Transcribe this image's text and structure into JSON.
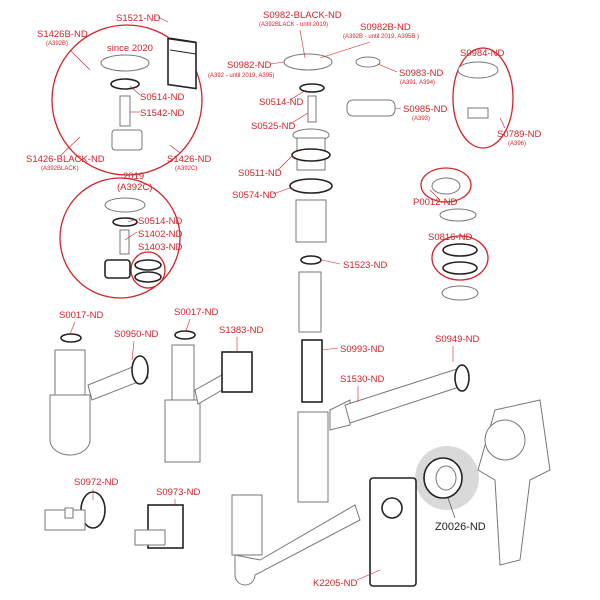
{
  "colors": {
    "label": "#d2232a",
    "outline": "#777777",
    "highlight": "#d9d9d9"
  },
  "labels": {
    "s1521": "S1521-ND",
    "s1426b": "S1426B-ND",
    "s1426b_sub": "(A392B)",
    "since2020": "since 2020",
    "s0514_a": "S0514-ND",
    "s1542": "S1542-ND",
    "s1426black": "S1426-BLACK-ND",
    "s1426black_sub": "(A392BLACK)",
    "s1426": "S1426-ND",
    "s1426_sub": "(A392C)",
    "y2019": "2019",
    "y2019_sub": "(A392C)",
    "s0514_b": "S0514-ND",
    "s1402": "S1402-ND",
    "s1403": "S1403-ND",
    "s0982black": "S0982-BLACK-ND",
    "s0982black_sub": "(A392BLACK - until 2019)",
    "s0982b": "S0982B-ND",
    "s0982b_sub": "(A392B - until 2019, A395B )",
    "s0982": "S0982-ND",
    "s0982_sub": "(A392 - until 2019, A395)",
    "s0983": "S0983-ND",
    "s0983_sub": "(A391, A394)",
    "s0514_c": "S0514-ND",
    "s0525": "S0525-ND",
    "s0985": "S0985-ND",
    "s0985_sub": "(A393)",
    "s0984": "S0984-ND",
    "s0789": "S0789-ND",
    "s0789_sub": "(A396)",
    "s0511": "S0511-ND",
    "s0574": "S0574-ND",
    "p0012": "P0012-ND",
    "s0816": "S0816-ND",
    "s1523": "S1523-ND",
    "s0017_a": "S0017-ND",
    "s0950": "S0950-ND",
    "s0017_b": "S0017-ND",
    "s1383": "S1383-ND",
    "s0993": "S0993-ND",
    "s0949": "S0949-ND",
    "s1530": "S1530-ND",
    "s0972": "S0972-ND",
    "s0973": "S0973-ND",
    "z0026": "Z0026-ND",
    "k2205": "K2205-ND"
  }
}
